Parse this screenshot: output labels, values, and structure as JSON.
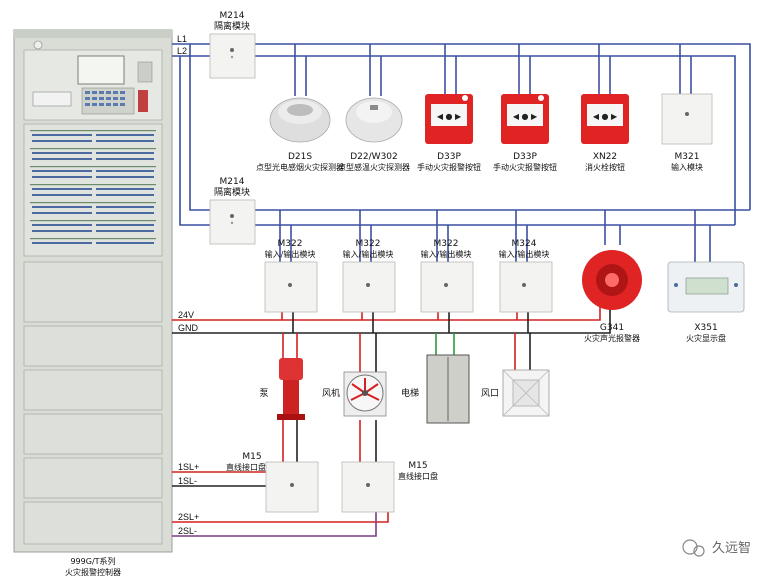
{
  "colors": {
    "bus_blue": "#3a4fa0",
    "power_red": "#d42020",
    "gnd_black": "#222222",
    "green": "#2a9a3a",
    "purple": "#7a3a8a",
    "cabinet": "#d9ddd6",
    "device_red": "#e02424"
  },
  "cabinet": {
    "model": "999G/T系列",
    "name": "火灾报警控制器"
  },
  "bus": {
    "l1": "L1",
    "l2": "L2",
    "v24": "24V",
    "gnd": "GND",
    "sl1p": "1SL+",
    "sl1m": "1SL-",
    "sl2p": "2SL+",
    "sl2m": "2SL-"
  },
  "isolators": [
    {
      "code": "M214",
      "name": "隔离模块"
    },
    {
      "code": "M214",
      "name": "隔离模块"
    }
  ],
  "row1_devices": [
    {
      "code": "D21S",
      "name": "点型光电感烟火灾探测器",
      "icon": "smoke-detector-icon"
    },
    {
      "code": "D22/W302",
      "name": "点型感温火灾探测器",
      "icon": "heat-detector-icon"
    },
    {
      "code": "D33P",
      "name": "手动火灾报警按钮",
      "icon": "manual-call-point-icon"
    },
    {
      "code": "D33P",
      "name": "手动火灾报警按钮",
      "icon": "manual-call-point-icon"
    },
    {
      "code": "XN22",
      "name": "消火栓按钮",
      "icon": "hydrant-button-icon"
    },
    {
      "code": "M321",
      "name": "输入模块",
      "icon": "input-module-icon"
    }
  ],
  "row2_modules": [
    {
      "code": "M322",
      "name": "输入/输出模块"
    },
    {
      "code": "M322",
      "name": "输入/输出模块"
    },
    {
      "code": "M322",
      "name": "输入/输出模块"
    },
    {
      "code": "M324",
      "name": "输入/输出模块"
    }
  ],
  "alarm": {
    "code": "G341",
    "name": "火灾声光报警器"
  },
  "display": {
    "code": "X351",
    "name": "火灾显示盘"
  },
  "equipment": {
    "pump": "泵",
    "fan": "风机",
    "elevator": "电梯",
    "vent": "风口"
  },
  "junctions": [
    {
      "code": "M15",
      "name": "直线接口盘"
    },
    {
      "code": "M15",
      "name": "直线接口盘"
    }
  ],
  "watermark": "久远智"
}
